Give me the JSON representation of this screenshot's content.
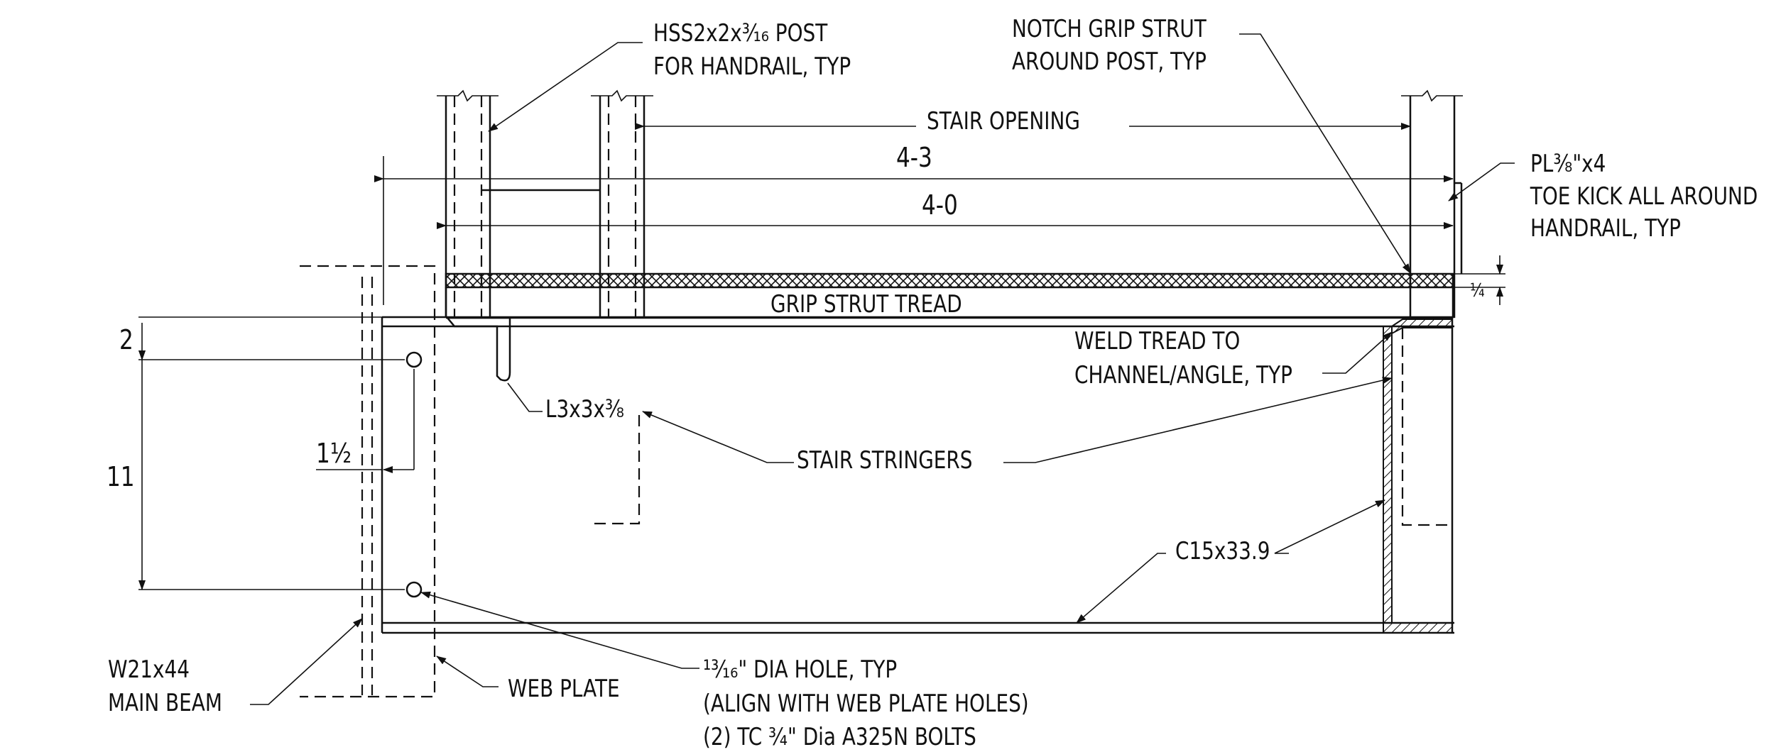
{
  "labels": {
    "hss_post_l1": "HSS2x2x³⁄₁₆ POST",
    "hss_post_l2": "FOR HANDRAIL, TYP",
    "notch_l1": "NOTCH GRIP STRUT",
    "notch_l2": "AROUND POST, TYP",
    "stair_opening": "STAIR OPENING",
    "dim_4_3": "4-3",
    "dim_4_0": "4-0",
    "pl_l1": "PL³⁄₈\"x4",
    "pl_l2": "TOE KICK ALL AROUND",
    "pl_l3": "HANDRAIL, TYP",
    "dim_quarter": "¼",
    "tread": "GRIP STRUT TREAD",
    "weld_l1": "WELD TREAD TO",
    "weld_l2": "CHANNEL/ANGLE, TYP",
    "angle": "L3x3x³⁄₈",
    "stringers": "STAIR STRINGERS",
    "dim_2": "2",
    "dim_11": "11",
    "dim_1_half": "1½",
    "channel": "C15x33.9",
    "beam_l1": "W21x44",
    "beam_l2": "MAIN BEAM",
    "web_plate": "WEB PLATE",
    "hole_l1": "¹³⁄₁₆\" DIA HOLE, TYP",
    "hole_l2": "(ALIGN WITH WEB PLATE HOLES)",
    "hole_l3": "(2) TC ¾\" Dia A325N BOLTS"
  }
}
